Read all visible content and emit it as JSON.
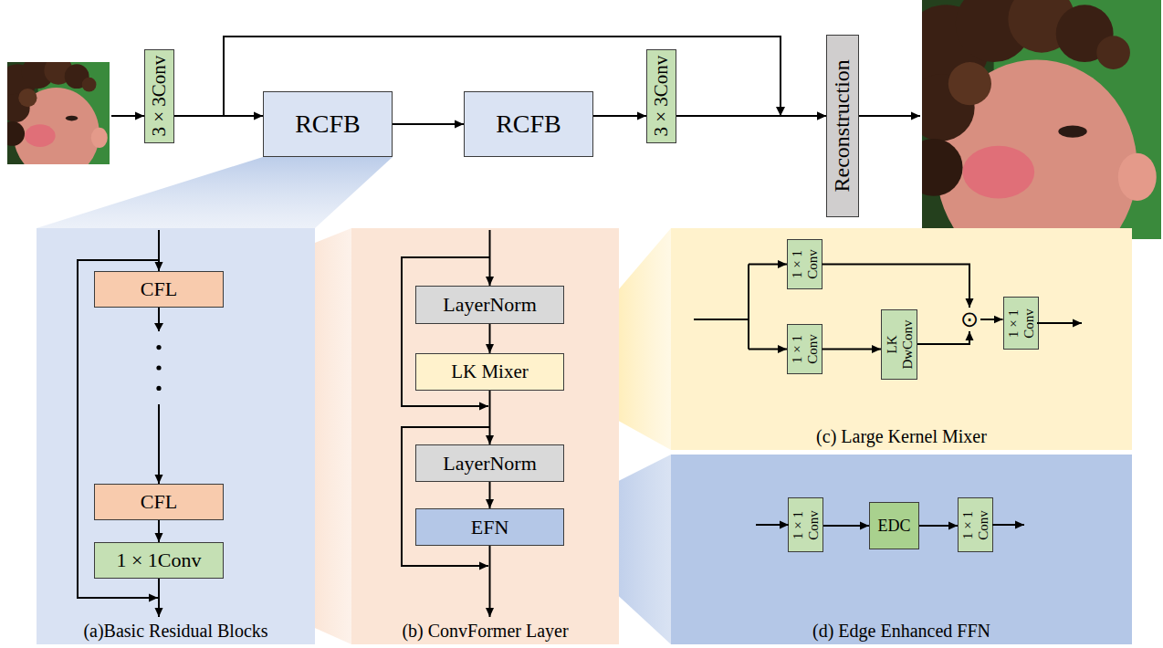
{
  "diagram": {
    "nodes": [
      {
        "text": [
          "3 × 3Conv"
        ]
      },
      {
        "text": [
          "RCFB"
        ]
      },
      {
        "text": [
          "RCFB"
        ]
      },
      {
        "text": [
          "3 × 3Conv"
        ]
      },
      {
        "text": [
          "Reconstruction"
        ]
      },
      {
        "text": [
          "(a)Basic Residual Blocks"
        ]
      },
      {
        "text": [
          "CFL"
        ],
        "in": 5
      },
      {
        "text": [
          "CFL"
        ],
        "in": 5
      },
      {
        "text": [
          "1 × 1Conv"
        ],
        "in": 5
      },
      {
        "text": [
          "(b) ConvFormer Layer"
        ]
      },
      {
        "text": [
          "LayerNorm"
        ],
        "in": 9
      },
      {
        "text": [
          "LK Mixer"
        ],
        "in": 9
      },
      {
        "text": [
          "LayerNorm"
        ],
        "in": 9
      },
      {
        "text": [
          "EFN"
        ],
        "in": 9
      },
      {
        "text": [
          "(c) Large Kernel Mixer"
        ]
      },
      {
        "text": [
          "1 × 1 Conv"
        ],
        "in": 14
      },
      {
        "text": [
          "1 × 1 Conv"
        ],
        "in": 14
      },
      {
        "text": [
          "LK DwConv"
        ],
        "in": 14
      },
      {
        "text": [
          "⊙"
        ],
        "in": 14
      },
      {
        "text": [
          "1 × 1 Conv"
        ],
        "in": 14
      },
      {
        "text": [
          "(d) Edge Enhanced FFN"
        ]
      },
      {
        "text": [
          "1 × 1 Conv"
        ],
        "in": 20
      },
      {
        "text": [
          "EDC"
        ],
        "in": 20
      },
      {
        "text": [
          "1 × 1 Conv"
        ],
        "in": 20
      }
    ],
    "edges": [
      {
        "from": 0,
        "to": 1,
        "arrow": "to"
      },
      {
        "from": 1,
        "to": 2,
        "arrow": "to"
      },
      {
        "from": 2,
        "to": 3,
        "arrow": "to"
      },
      {
        "from": 3,
        "to": 4,
        "arrow": "to"
      },
      {
        "from": 0,
        "to": 4,
        "arrow": "to"
      },
      {
        "from": 6,
        "to": 7,
        "arrow": "to"
      },
      {
        "from": 7,
        "to": 8,
        "arrow": "to"
      },
      {
        "from": 10,
        "to": 11,
        "arrow": "to"
      },
      {
        "from": 11,
        "to": 12,
        "arrow": "to"
      },
      {
        "from": 12,
        "to": 13,
        "arrow": "to"
      },
      {
        "from": 16,
        "to": 17,
        "arrow": "to"
      },
      {
        "from": 15,
        "to": 18,
        "arrow": "to"
      },
      {
        "from": 17,
        "to": 18,
        "arrow": "to"
      },
      {
        "from": 18,
        "to": 19,
        "arrow": "to"
      },
      {
        "from": 21,
        "to": 22,
        "arrow": "to"
      },
      {
        "from": 22,
        "to": 23,
        "arrow": "to"
      }
    ]
  }
}
